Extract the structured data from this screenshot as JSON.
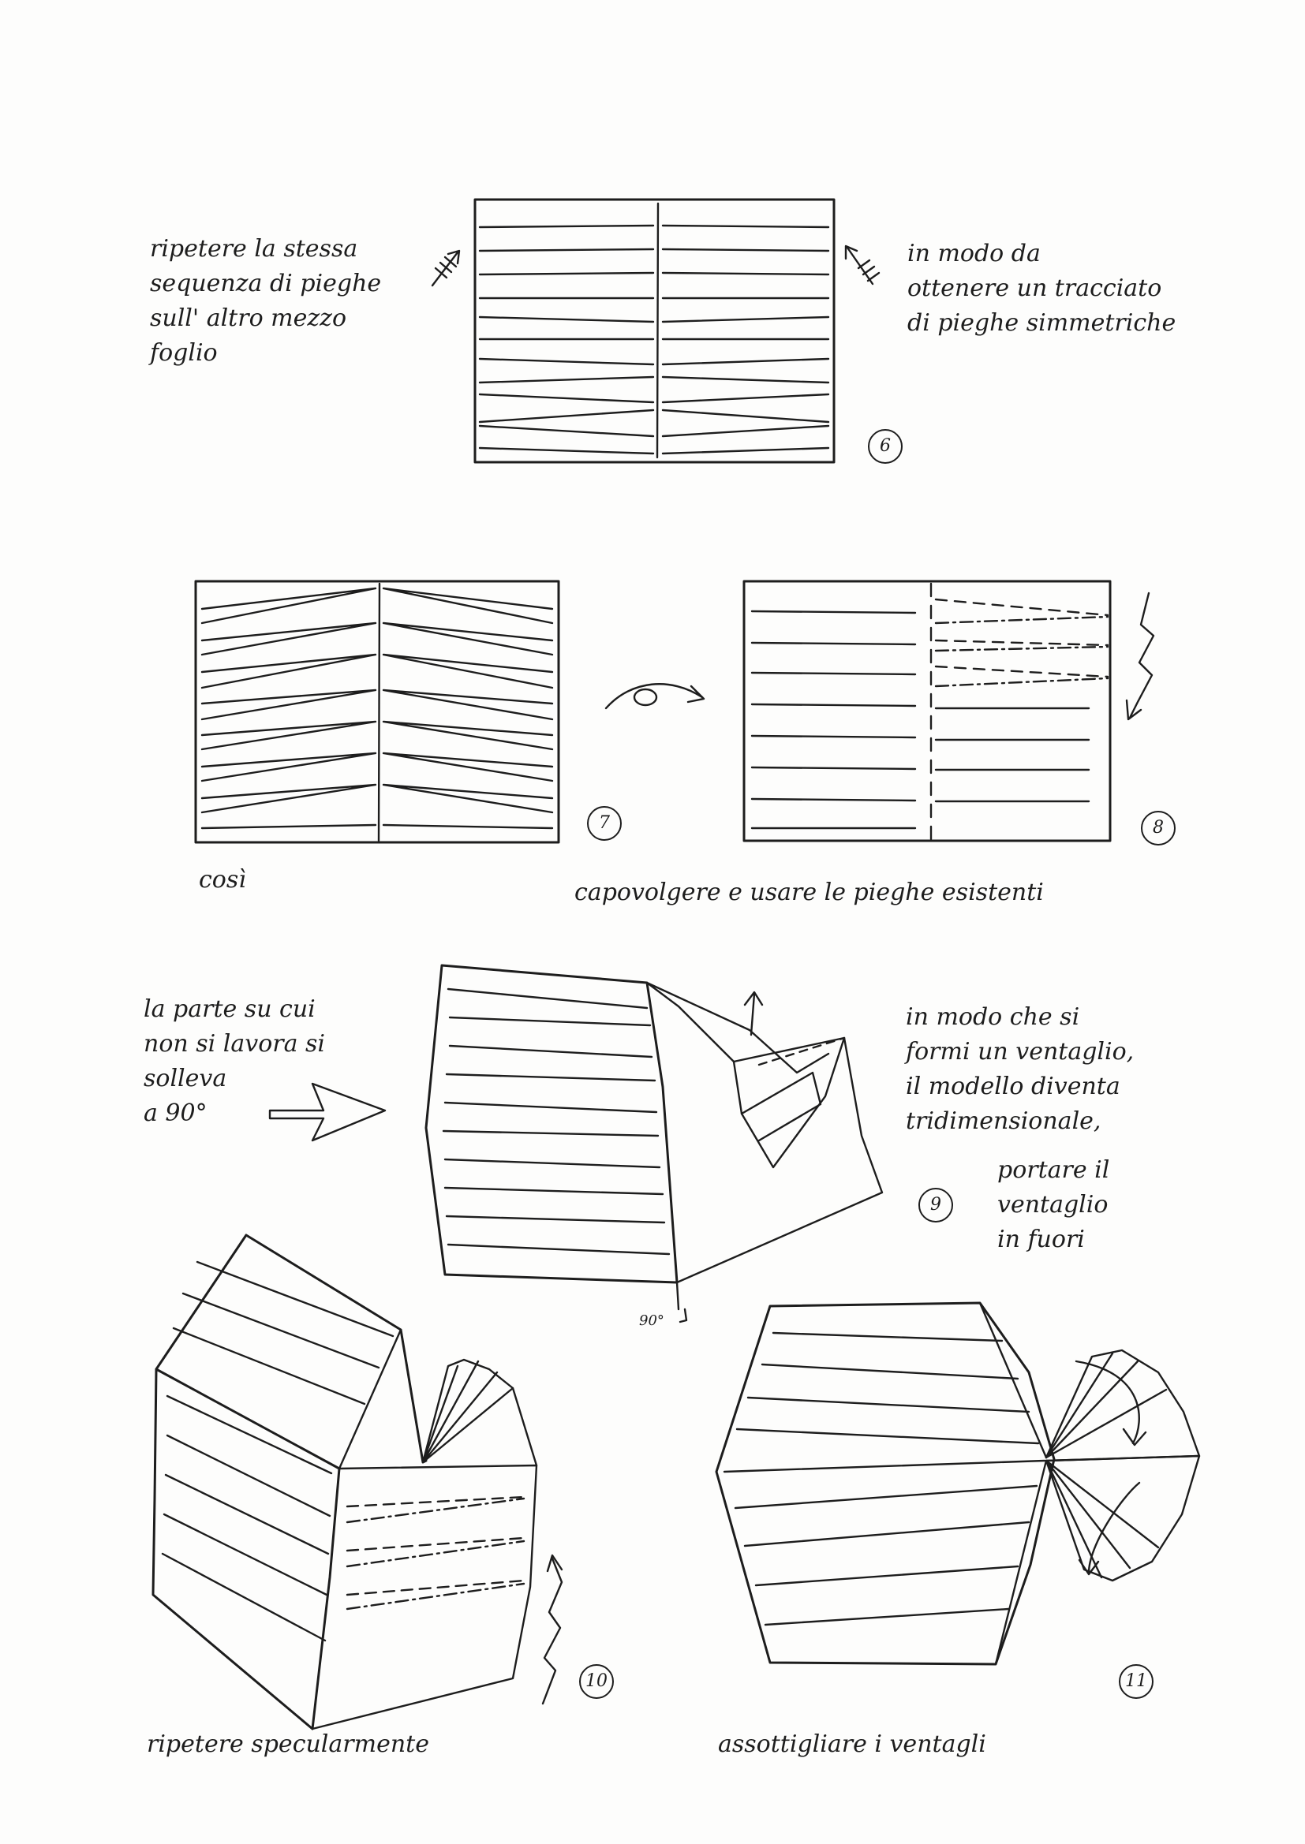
{
  "step6": {
    "number": "6",
    "note_left": "ripetere la stessa\nsequenza di pieghe\nsull' altro mezzo\nfoglio",
    "note_right": "in modo da\nottenere un tracciato\ndi pieghe simmetriche"
  },
  "step7": {
    "number": "7",
    "caption": "così"
  },
  "step8": {
    "number": "8",
    "caption": "capovolgere e usare le pieghe esistenti"
  },
  "step9": {
    "number": "9",
    "note_left": "la parte su cui\nnon si lavora si\nsolleva\na 90°",
    "note_right": "in modo che si\nformi un ventaglio,\nil modello diventa\ntridimensionale,",
    "note_right_2": "portare il\nventaglio\nin fuori",
    "angle_label": "90°"
  },
  "step10": {
    "number": "10",
    "caption": "ripetere specularmente"
  },
  "step11": {
    "number": "11",
    "caption": "assottigliare i ventagli"
  },
  "colors": {
    "ink": "#1d1d1d",
    "paper": "#fdfdfc"
  }
}
